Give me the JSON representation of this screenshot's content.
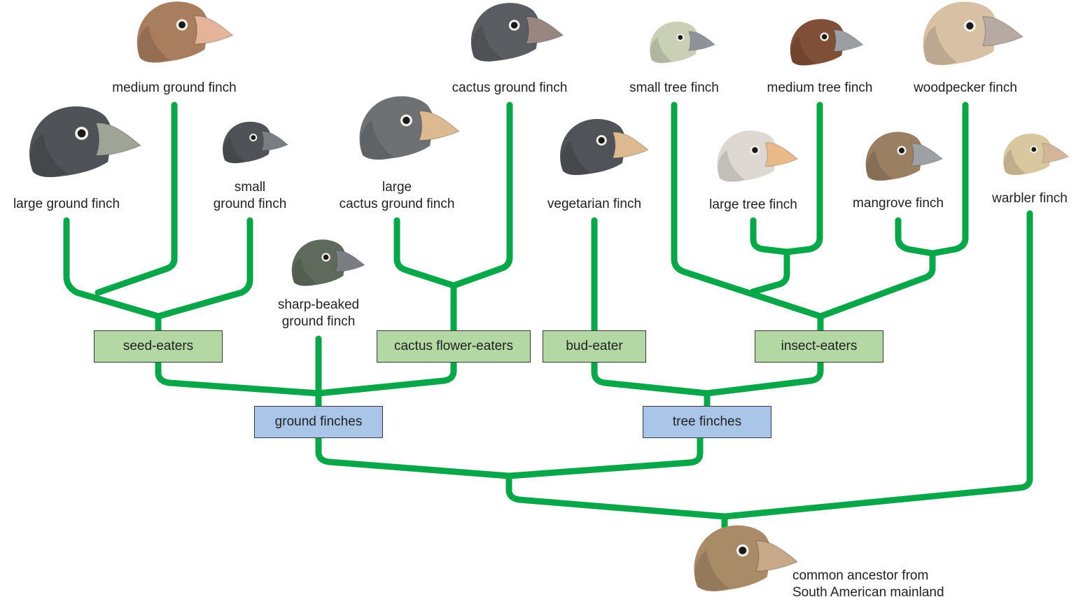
{
  "colors": {
    "branch": "#0aa64a",
    "diet_box": "#b3d8a4",
    "group_box": "#a9c6e8",
    "box_border": "#3a3a3a",
    "text": "#222222"
  },
  "species": [
    {
      "id": "medium-ground-finch",
      "lines": [
        "medium ground finch"
      ],
      "head_color": "#a97e5e",
      "beak_color": "#e3b49a",
      "icon": "bird-head-icon"
    },
    {
      "id": "cactus-ground-finch",
      "lines": [
        "cactus ground finch"
      ],
      "head_color": "#5a5d61",
      "beak_color": "#9a8680",
      "icon": "bird-head-icon"
    },
    {
      "id": "small-tree-finch",
      "lines": [
        "small tree finch"
      ],
      "head_color": "#c9d0b6",
      "beak_color": "#8f9296",
      "icon": "bird-head-icon"
    },
    {
      "id": "medium-tree-finch",
      "lines": [
        "medium tree finch"
      ],
      "head_color": "#7f4f37",
      "beak_color": "#9b9ea3",
      "icon": "bird-head-icon"
    },
    {
      "id": "woodpecker-finch",
      "lines": [
        "woodpecker finch"
      ],
      "head_color": "#d7c0a4",
      "beak_color": "#b7aaa3",
      "icon": "bird-head-icon"
    },
    {
      "id": "large-ground-finch",
      "lines": [
        "large ground finch"
      ],
      "head_color": "#4f5256",
      "beak_color": "#9fa497",
      "icon": "bird-head-icon"
    },
    {
      "id": "small-ground-finch",
      "lines": [
        "small",
        "ground finch"
      ],
      "head_color": "#4f5256",
      "beak_color": "#7a7d82",
      "icon": "bird-head-icon"
    },
    {
      "id": "large-cactus-ground-finch",
      "lines": [
        "large",
        "cactus ground finch"
      ],
      "head_color": "#6e7174",
      "beak_color": "#dcb991",
      "icon": "bird-head-icon"
    },
    {
      "id": "vegetarian-finch",
      "lines": [
        "vegetarian finch"
      ],
      "head_color": "#505357",
      "beak_color": "#dcb991",
      "icon": "bird-head-icon"
    },
    {
      "id": "large-tree-finch",
      "lines": [
        "large tree finch"
      ],
      "head_color": "#ddd9d2",
      "beak_color": "#e9b98a",
      "icon": "bird-head-icon"
    },
    {
      "id": "mangrove-finch",
      "lines": [
        "mangrove finch"
      ],
      "head_color": "#9a7f63",
      "beak_color": "#9da1a6",
      "icon": "bird-head-icon"
    },
    {
      "id": "warbler-finch",
      "lines": [
        "warbler finch"
      ],
      "head_color": "#d9c79f",
      "beak_color": "#d3b79a",
      "icon": "bird-head-icon"
    },
    {
      "id": "sharp-beaked-ground-finch",
      "lines": [
        "sharp-beaked",
        "ground finch"
      ],
      "head_color": "#5f6a5d",
      "beak_color": "#7a7d82",
      "icon": "bird-head-icon"
    }
  ],
  "diet_groups": [
    {
      "id": "seed-eaters",
      "label": "seed-eaters"
    },
    {
      "id": "cactus-flower-eaters",
      "label": "cactus flower-eaters"
    },
    {
      "id": "bud-eater",
      "label": "bud-eater"
    },
    {
      "id": "insect-eaters",
      "label": "insect-eaters"
    }
  ],
  "finch_groups": [
    {
      "id": "ground-finches",
      "label": "ground finches"
    },
    {
      "id": "tree-finches",
      "label": "tree finches"
    }
  ],
  "ancestor": {
    "lines": [
      "common ancestor from",
      "South American mainland"
    ],
    "head_color": "#a98b67",
    "beak_color": "#c7a98a",
    "icon": "bird-head-icon"
  }
}
